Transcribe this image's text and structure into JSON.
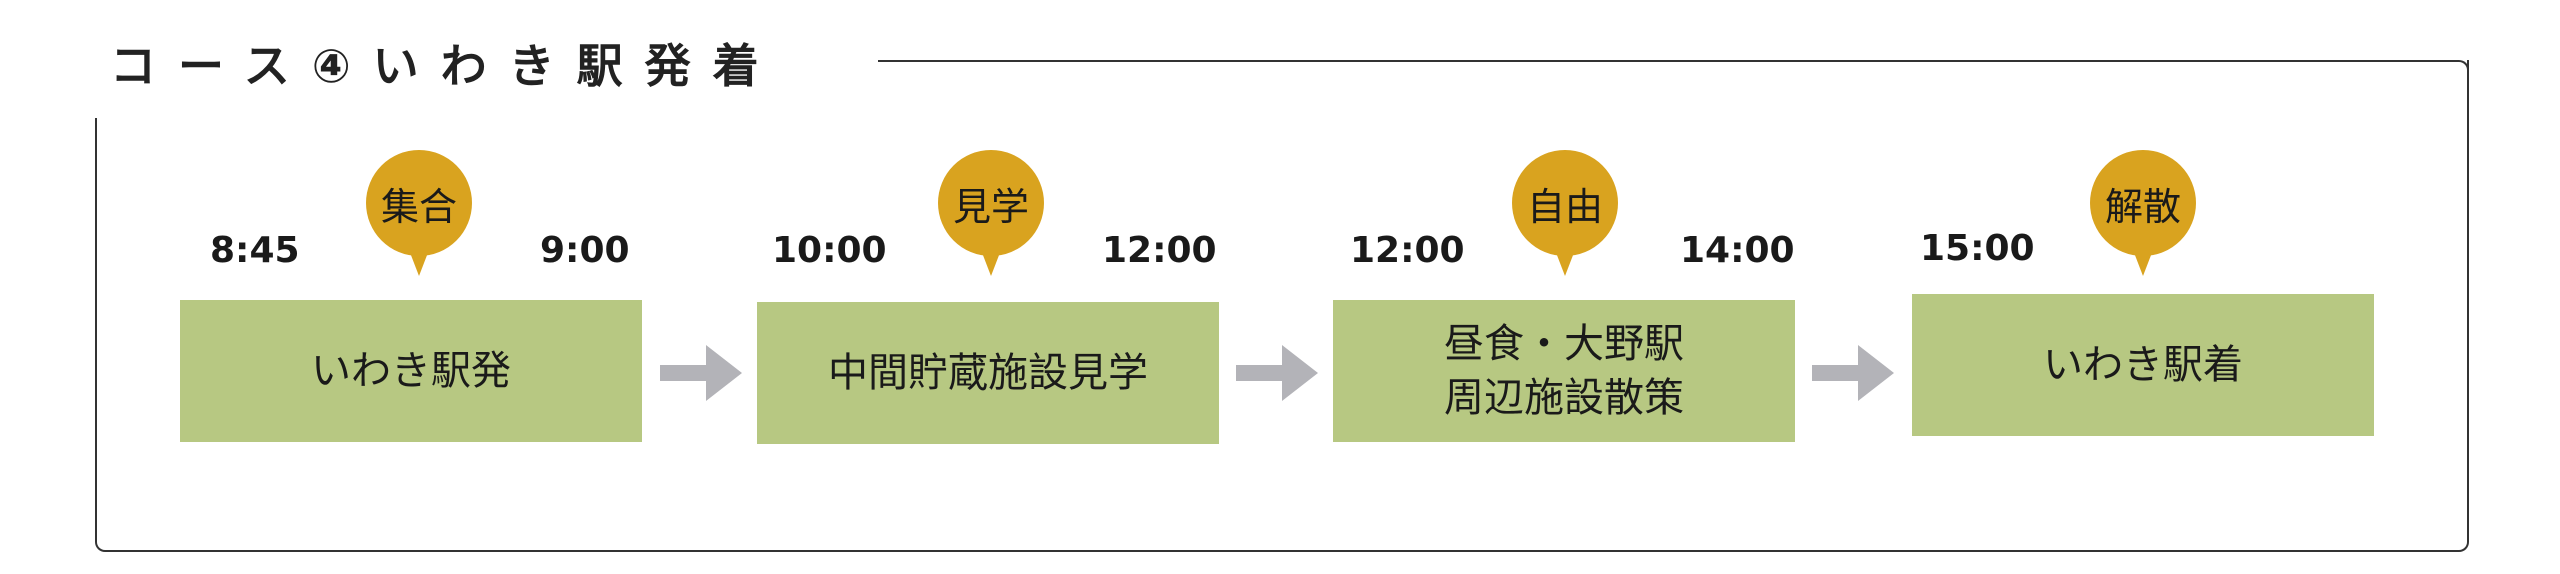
{
  "title": "コース④いわき駅発着",
  "steps": [
    {
      "pin": "集合",
      "time_start": "8:45",
      "time_end": "9:00",
      "label": "いわき駅発"
    },
    {
      "pin": "見学",
      "time_start": "10:00",
      "time_end": "12:00",
      "label": "中間貯蔵施設見学"
    },
    {
      "pin": "自由",
      "time_start": "12:00",
      "time_end": "14:00",
      "label": "昼食・大野駅\n周辺施設散策"
    },
    {
      "pin": "解散",
      "time_start": "15:00",
      "label": "いわき駅着"
    }
  ],
  "colors": {
    "pin": "#d9a31f",
    "box": "#b7c882",
    "arrow": "#b3b3b8"
  },
  "icons": [
    "arrow-right-icon"
  ]
}
